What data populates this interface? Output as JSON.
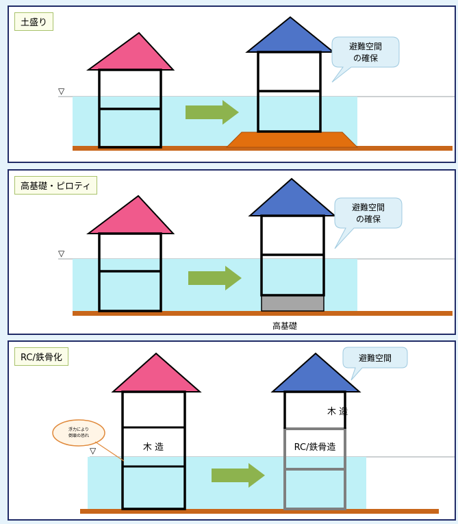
{
  "panels": [
    {
      "title": "土盛り",
      "callout": [
        "避難空間",
        "の確保"
      ],
      "bottom_label": ""
    },
    {
      "title": "高基礎・ピロティ",
      "callout": [
        "避難空間",
        "の確保"
      ],
      "bottom_label": "高基礎"
    },
    {
      "title": "RC/鉄骨化",
      "callout": [
        "避難空間"
      ],
      "left_upper_label": "木 造",
      "warning_bubble": [
        "浮力により",
        "倒壊の恐れ"
      ],
      "right_upper_label": "木 造",
      "right_lower_label": "RC/鉄骨造"
    }
  ],
  "water_level_symbol": "▽",
  "colors": {
    "water": "#bff1f7",
    "ground": "#c8661a",
    "mound": "#e26f0e",
    "roof_pink": "#f05a8c",
    "roof_blue": "#4e74c8",
    "arrow": "#8db34e",
    "foundation": "#a6a6a6",
    "rc_frame": "#7f7f7f",
    "callout_fill": "#def0f8"
  }
}
